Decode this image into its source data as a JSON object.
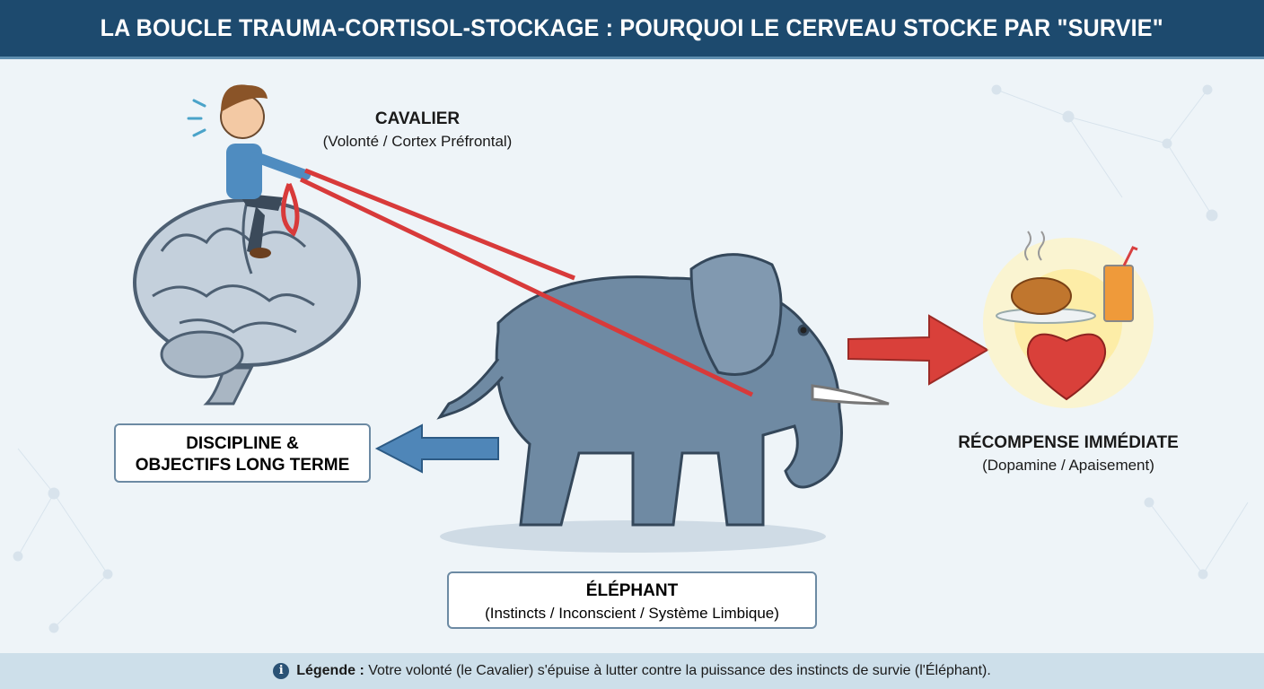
{
  "header": {
    "title": "LA BOUCLE TRAUMA-CORTISOL-STOCKAGE : POURQUOI LE CERVEAU STOCKE PAR \"SURVIE\""
  },
  "rider": {
    "title": "CAVALIER",
    "subtitle": "(Volonté / Cortex Préfrontal)"
  },
  "discipline": {
    "line1": "DISCIPLINE &",
    "line2": "OBJECTIFS LONG TERME"
  },
  "elephant": {
    "title": "ÉLÉPHANT",
    "subtitle": "(Instincts / Inconscient / Système Limbique)"
  },
  "reward": {
    "title": "RÉCOMPENSE IMMÉDIATE",
    "subtitle": "(Dopamine / Apaisement)"
  },
  "footer": {
    "icon": "info-icon",
    "label": "Légende :",
    "text": "Votre volonté (le Cavalier) s'épuise à lutter contre la puissance des instincts de survie (l'Éléphant)."
  },
  "colors": {
    "header": "#1d4a6e",
    "rein": "#d83a3a",
    "arrow_left": "#4f86b8",
    "arrow_right": "#d9403a",
    "elephant": "#6f8aa3"
  }
}
